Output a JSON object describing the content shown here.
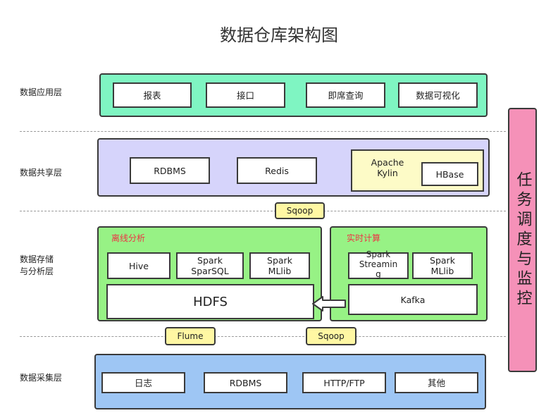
{
  "title": "数据仓库架构图",
  "layers": {
    "application": {
      "label": "数据应用层",
      "items": [
        "报表",
        "接口",
        "即席查询",
        "数据可视化"
      ]
    },
    "sharing": {
      "label": "数据共享层",
      "items": [
        "RDBMS",
        "Redis"
      ],
      "kylin": "Apache\nKylin",
      "hbase": "HBase"
    },
    "storage": {
      "label": "数据存储\n与分析层",
      "offline": {
        "title": "离线分析",
        "items": [
          "Hive",
          "Spark\nSparSQL",
          "Spark\nMLlib"
        ],
        "hdfs": "HDFS"
      },
      "realtime": {
        "title": "实时计算",
        "items": [
          "Spark\nStreamin\ng",
          "Spark\nMLlib"
        ],
        "kafka": "Kafka"
      }
    },
    "collection": {
      "label": "数据采集层",
      "items": [
        "日志",
        "RDBMS",
        "HTTP/FTP",
        "其他"
      ]
    }
  },
  "connectors": {
    "sqoop_top": "Sqoop",
    "flume": "Flume",
    "sqoop_bottom": "Sqoop"
  },
  "side_panel": "任务调度与监控",
  "colors": {
    "application_bg": "#7ff5c2",
    "sharing_bg": "#d6d4fb",
    "storage_bg": "#97f285",
    "collection_bg": "#9ec6f4",
    "kylin_bg": "#fdfbc7",
    "connector_bg": "#fff7a3",
    "side_bg": "#f591b8",
    "section_title": "#ee3344"
  }
}
